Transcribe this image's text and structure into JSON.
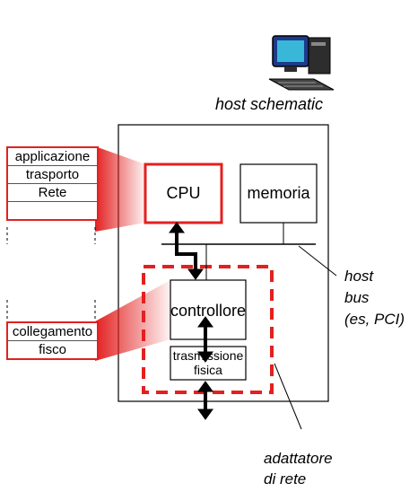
{
  "host_label": "host schematic",
  "cpu_label": "CPU",
  "memory_label": "memoria",
  "controller_label": "controllore",
  "physical_tx_label": [
    "trasmissione",
    "fisica"
  ],
  "host_bus_label": [
    "host",
    "bus",
    "(es, PCI)"
  ],
  "adapter_label": [
    "adattatore",
    "di rete"
  ],
  "upper_stack": [
    "applicazione",
    "trasporto",
    "Rete",
    ""
  ],
  "lower_stack": [
    "collegamento",
    "fisco"
  ],
  "colors": {
    "accent": "#e32020",
    "line": "#000000"
  },
  "icons": {
    "computer": "desktop-computer-icon"
  }
}
